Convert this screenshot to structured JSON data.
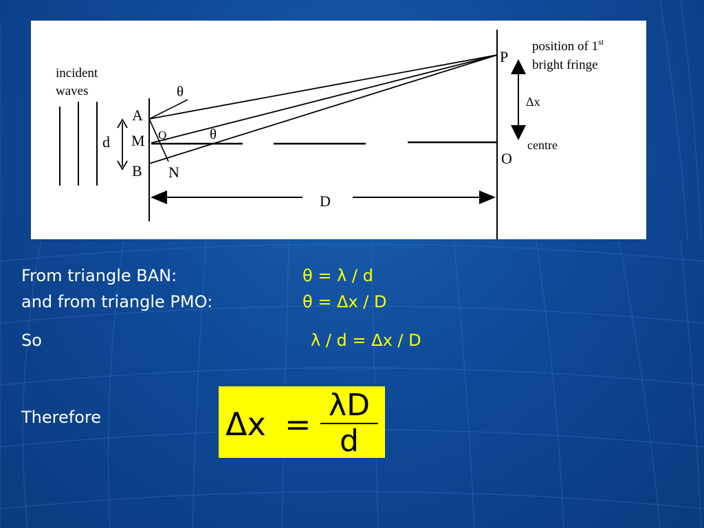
{
  "diagram": {
    "labels": {
      "incident_line1": "incident",
      "incident_line2": "waves",
      "theta_top": "θ",
      "theta_mid": "θ",
      "A": "A",
      "M": "M",
      "B": "B",
      "Q": "Q",
      "N": "N",
      "d": "d",
      "P": "P",
      "O": "O",
      "D": "D",
      "delta_x": "Δx",
      "centre": "centre",
      "fringe_line1": "position of 1",
      "fringe_sup": "st",
      "fringe_line2": "bright fringe"
    }
  },
  "text": {
    "line1_label": "From triangle BAN:",
    "line1_eq": "θ = λ / d",
    "line2_label": "and from triangle PMO:",
    "line2_eq": "θ = Δx / D",
    "so_label": "So",
    "so_eq": "λ / d = Δx / D",
    "therefore_label": "Therefore"
  },
  "formula": {
    "lhs": "Δx",
    "equals": "=",
    "numerator": "λD",
    "denominator": "d"
  },
  "colors": {
    "background": "#0f4a98",
    "equation_text": "#ffff00",
    "body_text": "#ffffff",
    "formula_box": "#ffff00"
  }
}
